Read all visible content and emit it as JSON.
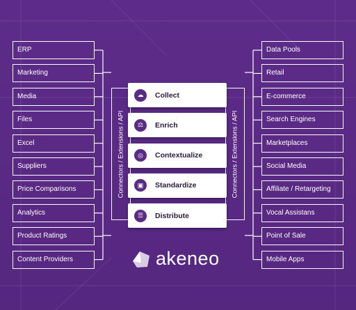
{
  "sources": [
    "ERP",
    "Marketing",
    "Media",
    "Files",
    "Excel",
    "Suppliers",
    "Price Comparisons",
    "Analytics",
    "Product Ratings",
    "Content Providers"
  ],
  "destinations": [
    "Data Pools",
    "Retail",
    "E-commerce",
    "Search Engines",
    "Marketplaces",
    "Social Media",
    "Affiliate / Retargeting",
    "Vocal Assistans",
    "Point of Sale",
    "Mobile Apps"
  ],
  "connector_label": "Connectors / Extensions / API",
  "steps": [
    {
      "label": "Collect",
      "icon": "collect-icon"
    },
    {
      "label": "Enrich",
      "icon": "enrich-icon"
    },
    {
      "label": "Contextualize",
      "icon": "contextualize-icon"
    },
    {
      "label": "Standardize",
      "icon": "standardize-icon"
    },
    {
      "label": "Distribute",
      "icon": "distribute-icon"
    }
  ],
  "logo": {
    "text": "akeneo",
    "icon": "akeneo-logo-icon"
  },
  "colors": {
    "background": "#5b2a86",
    "line": "#ffffff",
    "icon": "#5b2a86"
  }
}
